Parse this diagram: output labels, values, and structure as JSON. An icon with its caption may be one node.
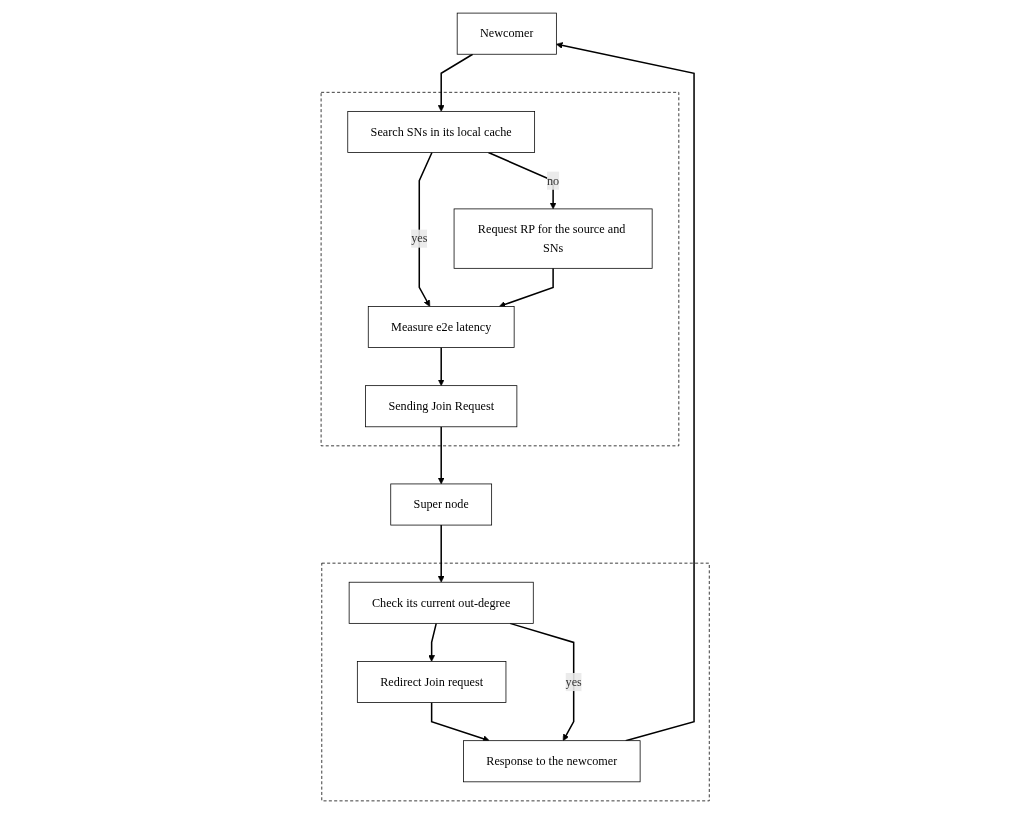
{
  "diagram": {
    "nodes": [
      {
        "text": [
          "Newcomer"
        ]
      },
      {
        "text": [],
        "shape": "box"
      },
      {
        "text": [
          "Search SNs in its local cache"
        ],
        "in": 1
      },
      {
        "text": [
          "Request RP for the source and SNs"
        ],
        "in": 1
      },
      {
        "text": [
          "Measure e2e latency"
        ],
        "in": 1
      },
      {
        "text": [
          "Sending Join Request"
        ],
        "in": 1
      },
      {
        "text": [],
        "shape": "box"
      },
      {
        "text": [
          "Response to the newcomer"
        ],
        "in": 6
      },
      {
        "text": [
          "Redirect Join request"
        ],
        "in": 6
      },
      {
        "text": [
          "Check its current out-degree"
        ],
        "in": 6
      },
      {
        "text": [
          "Super node"
        ]
      }
    ],
    "edges": [
      {
        "from": 0,
        "to": 2,
        "arrow": "to"
      },
      {
        "from": 2,
        "to": 3,
        "arrow": "to",
        "label": "no"
      },
      {
        "from": 2,
        "to": 4,
        "arrow": "to",
        "label": "yes"
      },
      {
        "from": 3,
        "to": 4,
        "arrow": "to"
      },
      {
        "from": 4,
        "to": 5,
        "arrow": "to"
      },
      {
        "from": 5,
        "to": 10,
        "arrow": "to"
      },
      {
        "from": 10,
        "to": 9,
        "arrow": "to"
      },
      {
        "from": 9,
        "to": 8,
        "arrow": "to"
      },
      {
        "from": 8,
        "to": 7,
        "arrow": "to"
      },
      {
        "from": 9,
        "to": 7,
        "arrow": "to",
        "label": "yes"
      },
      {
        "from": 7,
        "to": 0,
        "arrow": "to"
      }
    ]
  }
}
